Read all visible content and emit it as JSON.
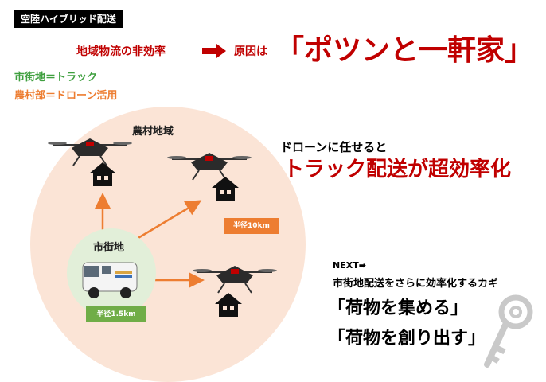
{
  "tag": "空陸ハイブリッド配送",
  "headline": {
    "issue": "地域物流の非効率",
    "cause_prefix": "原因は",
    "cause_main": "「ポツンと一軒家」"
  },
  "legend": {
    "city": "市街地＝トラック",
    "rural": "農村部＝ドローン活用"
  },
  "diagram": {
    "rural_label": "農村地域",
    "city_label": "市街地",
    "city_radius": "半径1.5km",
    "rural_radius": "半径10km"
  },
  "message": {
    "line1": "ドローンに任せると",
    "line2": "トラック配送が超効率化"
  },
  "next": {
    "label": "NEXT➡",
    "subtitle": "市街地配送をさらに効率化するカギ",
    "item1": "「荷物を集める」",
    "item2": "「荷物を創り出す」"
  },
  "colors": {
    "accent_red": "#c00000",
    "accent_orange": "#ed7d31",
    "accent_green": "#70ad47"
  }
}
